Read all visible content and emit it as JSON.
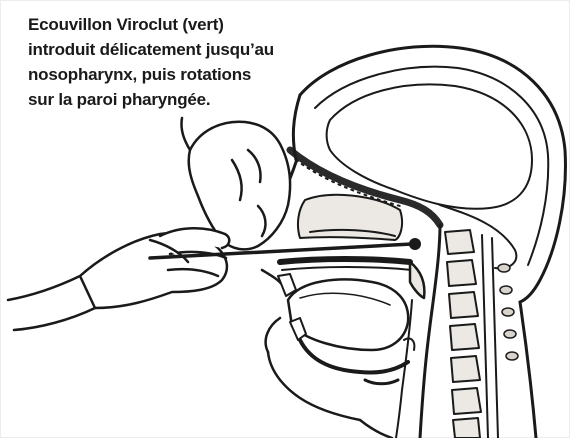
{
  "caption": {
    "lines": [
      "Ecouvillon Viroclut (vert)",
      "introduit délicatement jusqu’au",
      "nosopharynx, puis rotations",
      "sur la paroi pharyngée."
    ]
  },
  "colors": {
    "ink": "#1a1a1a",
    "background": "#ffffff",
    "bone_fill": "#ece9e4",
    "soft_tissue": "#f7f5f2"
  },
  "icons": {
    "head": "sagittal-head-section-icon",
    "hands": "gloved-hands-icon",
    "swab": "nasopharyngeal-swab-icon"
  }
}
